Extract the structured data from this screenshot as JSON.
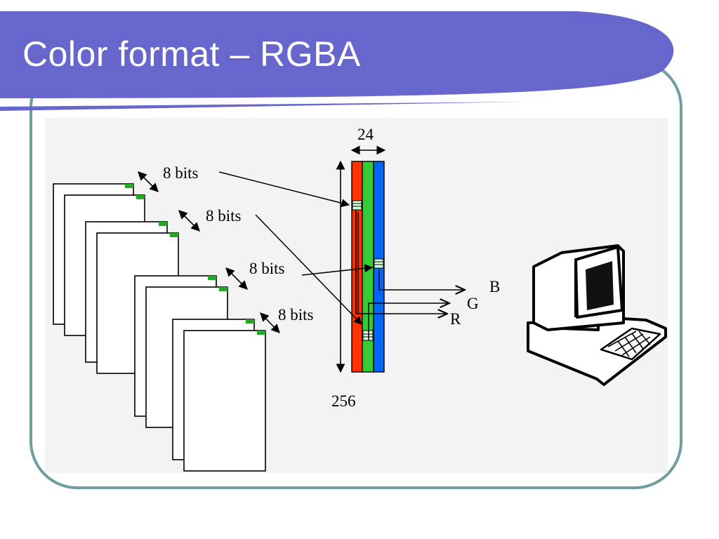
{
  "title": "Color format – RGBA",
  "colors": {
    "banner": "#6666cc",
    "frame_border": "#6e9ea0",
    "red_channel": "#ff3300",
    "green_channel": "#33cc33",
    "blue_channel": "#0066ff",
    "bit_marker": "#22aa22"
  },
  "diagram": {
    "depth_label": "24",
    "height_label": "256",
    "bit_labels": [
      "8 bits",
      "8 bits",
      "8 bits",
      "8 bits"
    ],
    "output_labels": {
      "r": "R",
      "g": "G",
      "b": "B"
    },
    "icons": [
      "image-page-stack-icon",
      "color-lookup-table",
      "computer-icon"
    ]
  }
}
